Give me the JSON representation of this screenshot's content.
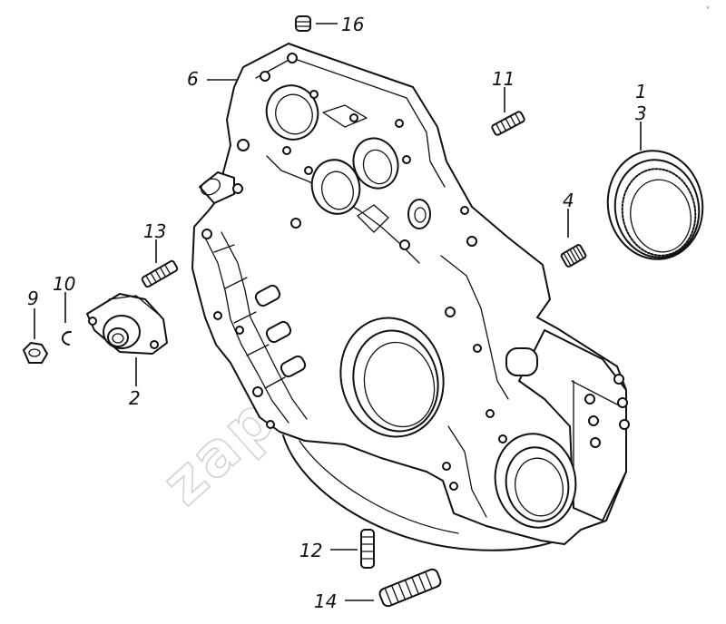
{
  "diagram": {
    "watermark": "zapkam.ru",
    "corner_mark": "v",
    "callouts": [
      {
        "id": "c1",
        "label": "1"
      },
      {
        "id": "c2",
        "label": "2"
      },
      {
        "id": "c3",
        "label": "3"
      },
      {
        "id": "c4",
        "label": "4"
      },
      {
        "id": "c6",
        "label": "6"
      },
      {
        "id": "c9",
        "label": "9"
      },
      {
        "id": "c10",
        "label": "10"
      },
      {
        "id": "c11",
        "label": "11"
      },
      {
        "id": "c12",
        "label": "12"
      },
      {
        "id": "c13",
        "label": "13"
      },
      {
        "id": "c14",
        "label": "14"
      },
      {
        "id": "c16",
        "label": "16"
      }
    ],
    "parts": {
      "housing": "flywheel-housing-icon",
      "seal_ring": "seal-ring-icon",
      "bracket": "bracket-icon",
      "stud_long": "stud-icon",
      "stud_short": "stud-icon",
      "nut": "nut-icon",
      "washer": "lock-washer-icon",
      "plug": "plug-icon",
      "bushing": "bushing-icon"
    },
    "ink_color": "#111111",
    "background_color": "#ffffff"
  }
}
